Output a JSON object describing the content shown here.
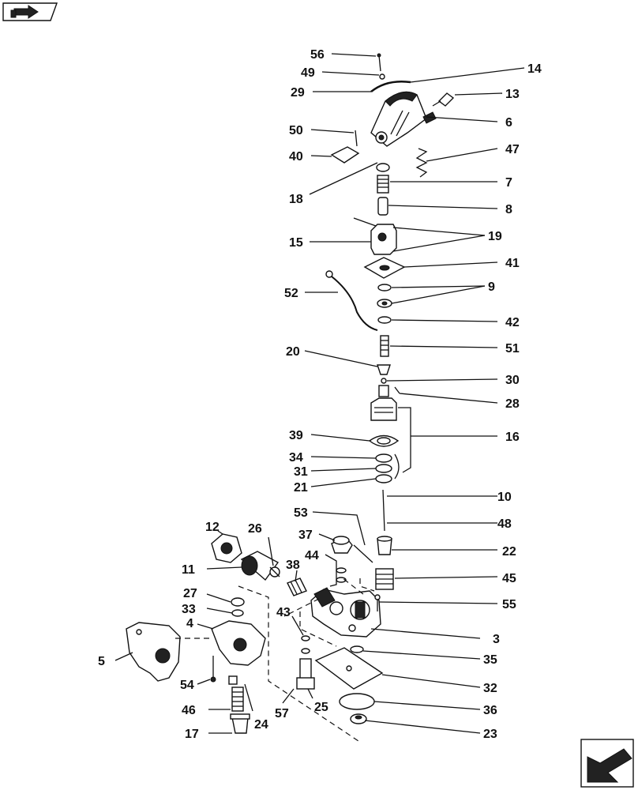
{
  "labels": {
    "l56": "56",
    "l49": "49",
    "l29": "29",
    "l14": "14",
    "l13": "13",
    "l6": "6",
    "l50": "50",
    "l40": "40",
    "l47": "47",
    "l18": "18",
    "l7": "7",
    "l8": "8",
    "l15": "15",
    "l19": "19",
    "l41": "41",
    "l9": "9",
    "l52": "52",
    "l42": "42",
    "l20": "20",
    "l51": "51",
    "l30": "30",
    "l28": "28",
    "l39": "39",
    "l16": "16",
    "l34": "34",
    "l31": "31",
    "l21": "21",
    "l10": "10",
    "l53": "53",
    "l48": "48",
    "l12": "12",
    "l26": "26",
    "l37": "37",
    "l22": "22",
    "l44": "44",
    "l38": "38",
    "l11": "11",
    "l45": "45",
    "l27": "27",
    "l55": "55",
    "l43": "43",
    "l33": "33",
    "l4": "4",
    "l3": "3",
    "l35": "35",
    "l5": "5",
    "l32": "32",
    "l54": "54",
    "l46": "46",
    "l57": "57",
    "l25": "25",
    "l24": "24",
    "l36": "36",
    "l17": "17",
    "l23": "23"
  },
  "icons": {
    "top_left": "book-arrow-icon",
    "bottom_right": "navigate-arrow-icon"
  }
}
